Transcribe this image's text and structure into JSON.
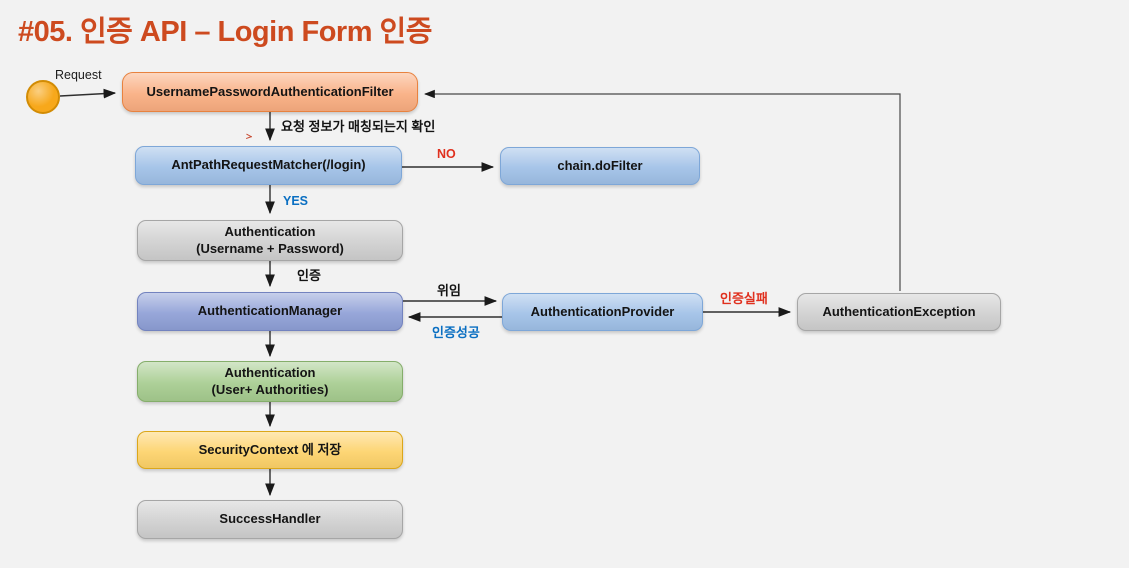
{
  "title": "#05. 인증 API – Login Form 인증",
  "colors": {
    "title_accent": "#cd4a1f",
    "label_yes_blue": "#0a6fc2",
    "label_no_red": "#e0301e",
    "node_orange": "#f9ad80",
    "node_blue": "#9fc0e7",
    "node_periwinkle": "#8e9fd6",
    "node_gray": "#cfcfcf",
    "node_green": "#a6cc8f",
    "node_yellow": "#fdd269",
    "start_circle": "#f7a81b"
  },
  "nodes": {
    "filter": {
      "label": "UsernamePasswordAuthenticationFilter"
    },
    "matcher": {
      "label": "AntPathRequestMatcher(/login)"
    },
    "chain": {
      "label": "chain.doFilter"
    },
    "auth_username": {
      "line1": "Authentication",
      "line2": "(Username + Password)"
    },
    "manager": {
      "label": "AuthenticationManager"
    },
    "provider": {
      "label": "AuthenticationProvider"
    },
    "exception": {
      "label": "AuthenticationException"
    },
    "auth_user": {
      "line1": "Authentication",
      "line2": "(User+ Authorities)"
    },
    "security_context": {
      "label": "SecurityContext 에 저장"
    },
    "success_handler": {
      "label": "SuccessHandler"
    }
  },
  "edges": {
    "request": "Request",
    "match_check": "요청 정보가 매칭되는지 확인",
    "no": "NO",
    "yes": "YES",
    "authenticate": "인증",
    "delegate": "위임",
    "auth_success": "인증성공",
    "auth_fail": "인증실패"
  }
}
